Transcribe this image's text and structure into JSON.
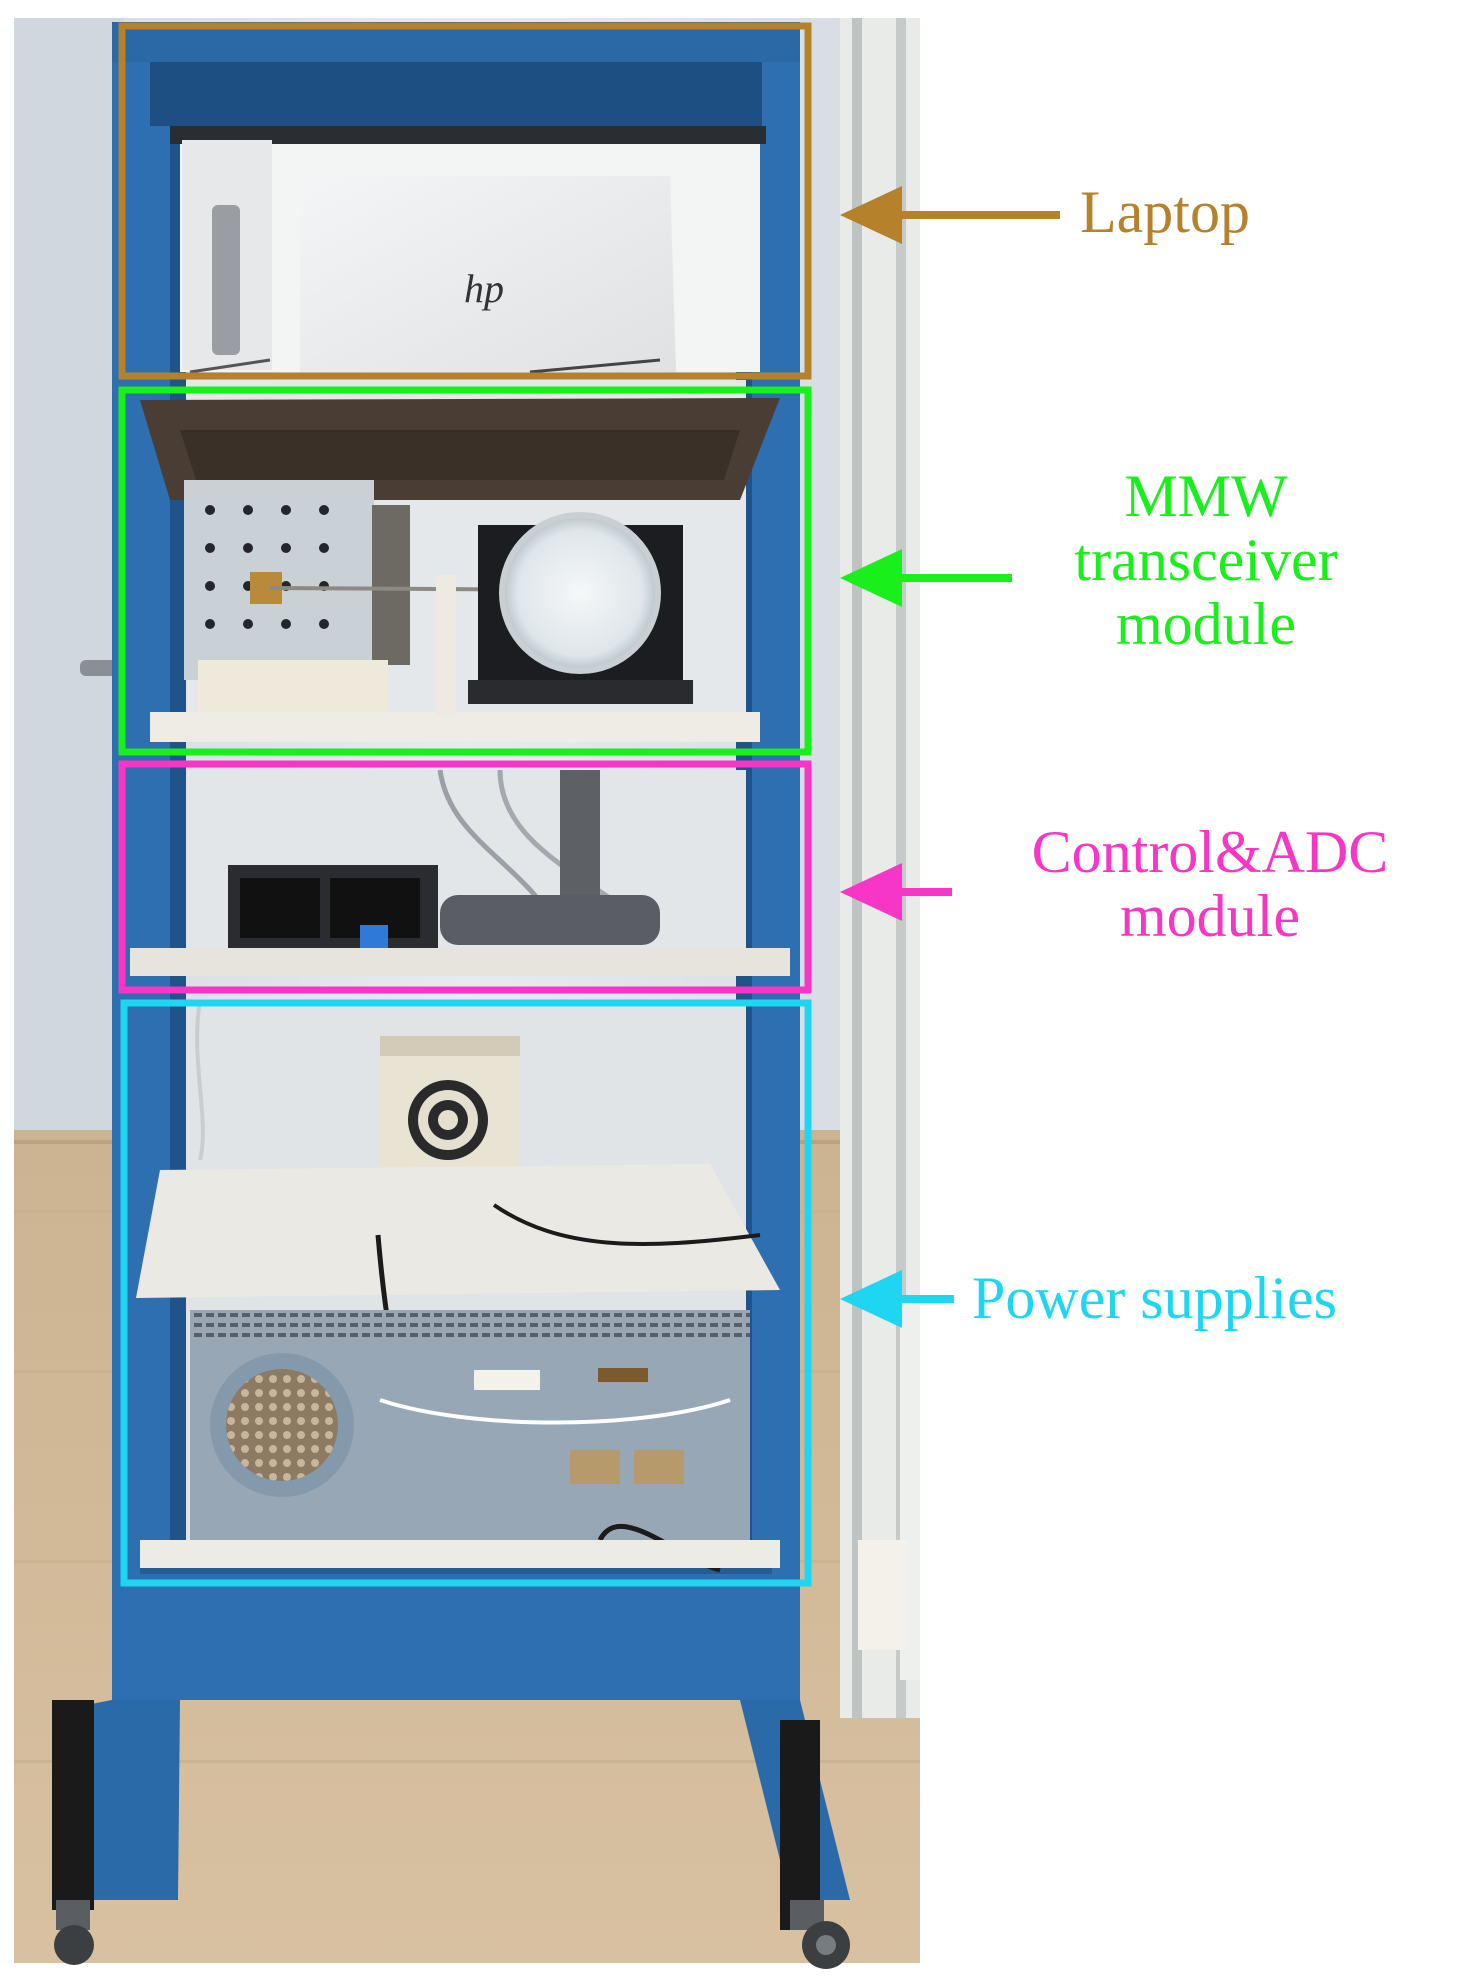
{
  "figure": {
    "callouts": [
      {
        "key": "laptop",
        "lines": [
          "Laptop"
        ],
        "color": "#b5812b"
      },
      {
        "key": "mmw",
        "lines": [
          "MMW",
          "transceiver",
          "module"
        ],
        "color": "#19f01b"
      },
      {
        "key": "control",
        "lines": [
          "Control&ADC",
          "module"
        ],
        "color": "#f736c8"
      },
      {
        "key": "power",
        "lines": [
          "Power supplies"
        ],
        "color": "#1fd6f2"
      }
    ],
    "colors": {
      "rack_blue": "#2d6fb0",
      "wall": "#dfe5ea",
      "floor": "#d8bf9e",
      "shelf_white": "#ecebe6"
    },
    "laptop_logo": "hp"
  }
}
